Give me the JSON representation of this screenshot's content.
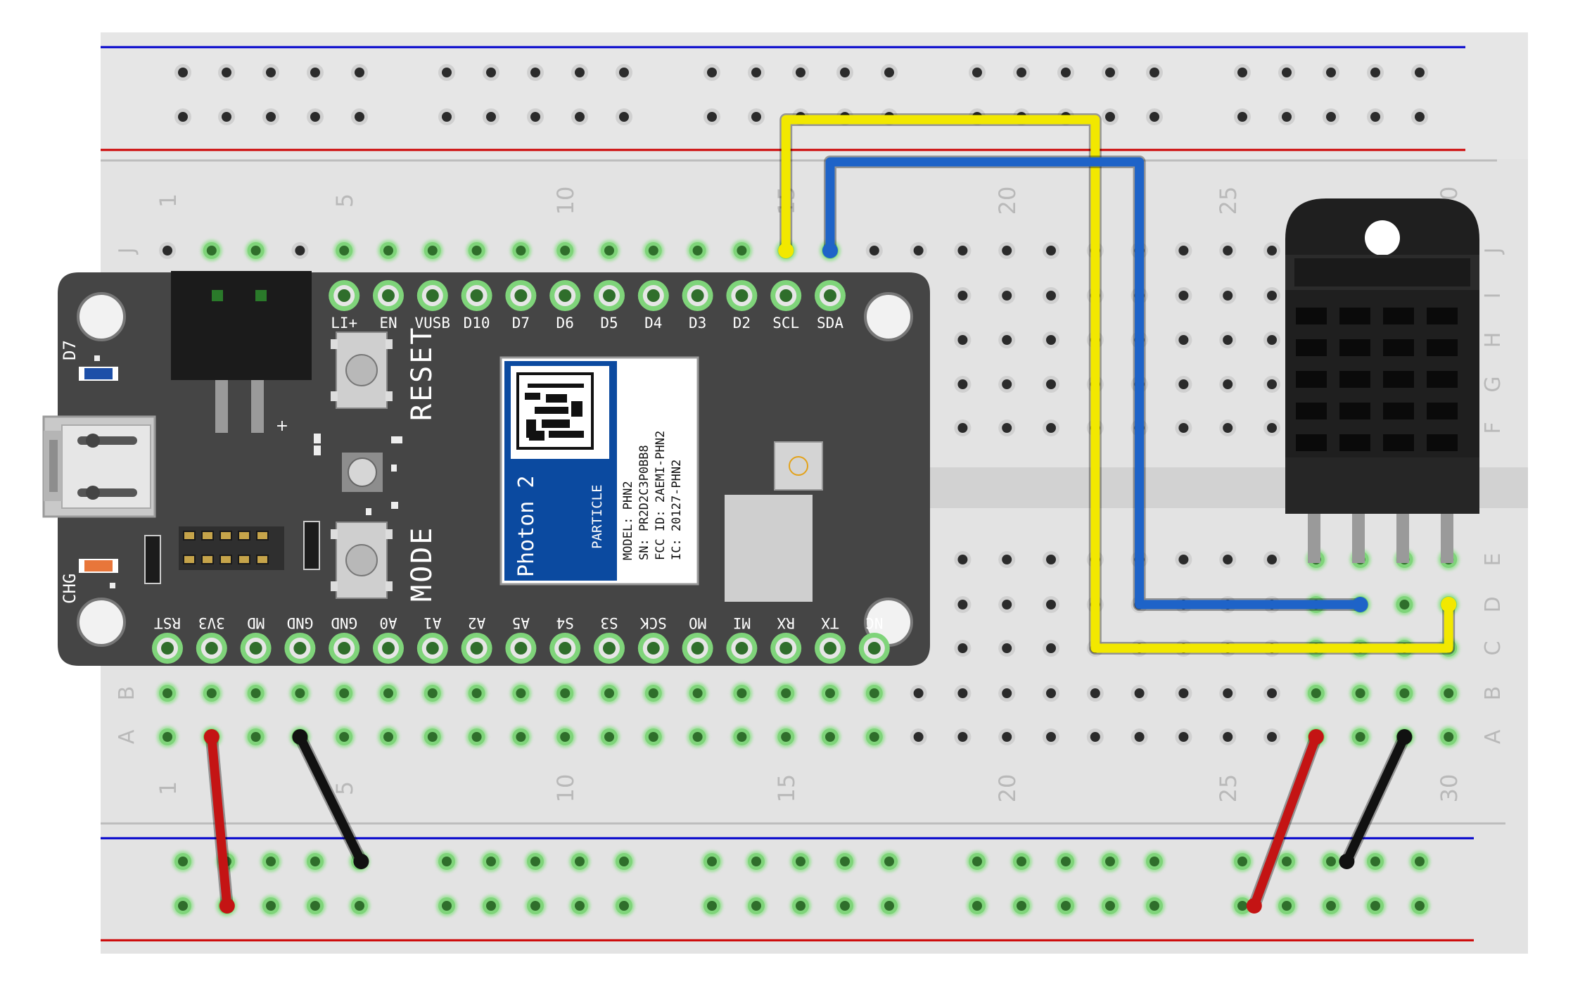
{
  "breadboard": {
    "column_numbers": [
      "1",
      "5",
      "10",
      "15",
      "20",
      "25",
      "30"
    ],
    "row_letters_top": [
      "J",
      "I",
      "H",
      "G",
      "F"
    ],
    "row_letters_bottom": [
      "E",
      "D",
      "C",
      "B",
      "A"
    ]
  },
  "board": {
    "name": "Photon 2",
    "brand": "PARTICLE",
    "label_lines": [
      "MODEL: PHN2",
      "SN: PR2D2C3P0BB8",
      "FCC ID: 2AEMI-PHN2",
      "IC: 20127-PHN2"
    ],
    "top_pins": [
      "LI+",
      "EN",
      "VUSB",
      "D10",
      "D7",
      "D6",
      "D5",
      "D4",
      "D3",
      "D2",
      "SCL",
      "SDA"
    ],
    "bottom_pins": [
      "RST",
      "3V3",
      "MD",
      "GND",
      "GND",
      "A0",
      "A1",
      "A2",
      "A5",
      "S4",
      "S3",
      "SCK",
      "MO",
      "MI",
      "RX",
      "TX",
      "NC"
    ],
    "reset_label": "RESET",
    "mode_label": "MODE",
    "d7_label": "D7",
    "chg_label": "CHG",
    "plus_label": "+"
  },
  "colors": {
    "breadboard_bg": "#e3e3e3",
    "hole": "#2b2b2b",
    "hole_connected": "#2f6e2b",
    "hole_glow": "#8fe08a",
    "rail_blue": "#0000cc",
    "rail_red": "#cc0000",
    "board": "#454545",
    "board_label": "#0b4aa0",
    "wire_yellow": "#f2e800",
    "wire_blue": "#1e63c8",
    "wire_red": "#c41414",
    "wire_black": "#111111",
    "sensor": "#1f1f1f"
  }
}
